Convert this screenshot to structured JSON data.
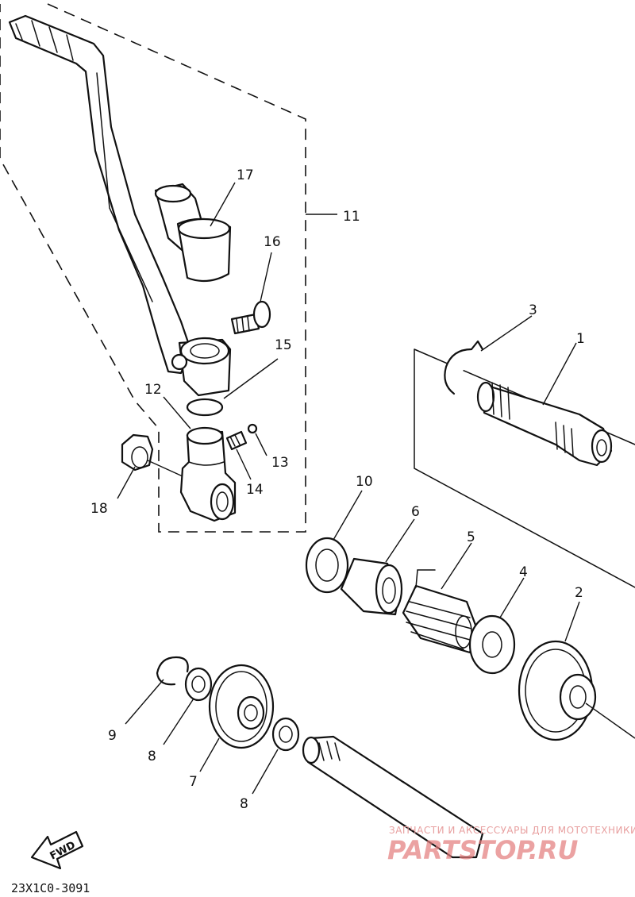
{
  "diagram_code": "23X1C0-3091",
  "fwd_label": "FWD",
  "watermark": {
    "tagline": "ЗАПЧАСТИ И АКСЕССУАРЫ ДЛЯ МОТОТЕХНИКИ",
    "brand": "PARTSTOP.RU"
  },
  "callouts": [
    "1",
    "2",
    "3",
    "4",
    "5",
    "6",
    "7",
    "8",
    "8",
    "9",
    "10",
    "11",
    "12",
    "13",
    "14",
    "15",
    "16",
    "17",
    "18"
  ]
}
